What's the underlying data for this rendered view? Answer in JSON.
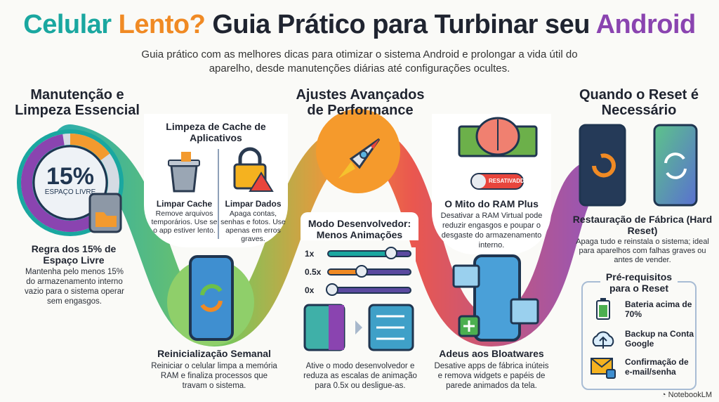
{
  "header": {
    "title_parts": [
      "Celular",
      "Lento?",
      "Guia Prático para Turbinar seu",
      "Android"
    ],
    "subtitle": "Guia prático com as melhores dicas para otimizar o sistema Android e prolongar a vida útil do aparelho, desde manutenções diárias até configurações ocultes."
  },
  "maintenance": {
    "heading": "Manutenção e Limpeza Essencial",
    "gauge_value": "15%",
    "gauge_label": "ESPAÇO LIVRE",
    "rule_title": "Regra dos 15% de Espaço Livre",
    "rule_text": "Mantenha pelo menos 15% do armazenamento interno vazio para o sistema operar sem engasgos."
  },
  "cache": {
    "heading": "Limpeza de Cache de Aplicativos",
    "clear_cache_title": "Limpar Cache",
    "clear_cache_text": "Remove arquivos temporários. Use se o app estiver lento.",
    "clear_data_title": "Limpar Dados",
    "clear_data_text": "Apaga contas, senhas e fotos. Use apenas em erros graves."
  },
  "restart": {
    "title": "Reinicialização Semanal",
    "text": "Reiniciar o celular limpa a memória RAM e finaliza processos que travam o sistema."
  },
  "performance": {
    "heading": "Ajustes Avançados de Performance",
    "dev_title": "Modo Desenvolvedor: Menos Animações",
    "sliders": [
      {
        "label": "1x",
        "value": 0.75
      },
      {
        "label": "0.5x",
        "value": 0.4
      },
      {
        "label": "0x",
        "value": 0
      }
    ],
    "dev_text": "Ative o modo desenvolvedor e reduza as escalas de animação para 0.5x ou desligue-as."
  },
  "ram": {
    "toggle_label": "RESATIVADD",
    "title": "O Mito do RAM Plus",
    "text": "Desativar a RAM Virtual pode reduzir engasgos e poupar o desgaste do armazenamento interno."
  },
  "bloat": {
    "title": "Adeus aos Bloatwares",
    "text": "Desative apps de fábrica inúteis e remova widgets e papéis de parede animados da tela."
  },
  "reset": {
    "heading": "Quando o Reset é Necessário",
    "title": "Restauração de Fábrica (Hard Reset)",
    "text": "Apaga tudo e reinstala o sistema; ideal para aparelhos com falhas graves ou antes de vender.",
    "prereq_heading": "Pré-requisitos para o Reset",
    "prereqs": [
      "Bateria acima de 70%",
      "Backup na Conta Google",
      "Confirmação de e-mail/senha"
    ]
  },
  "footer": {
    "brand": "NotebookLM"
  },
  "colors": {
    "teal": "#1aa7a0",
    "orange": "#f08a24",
    "purple": "#8a44b0",
    "red": "#e8453c",
    "green": "#6cc04a"
  }
}
